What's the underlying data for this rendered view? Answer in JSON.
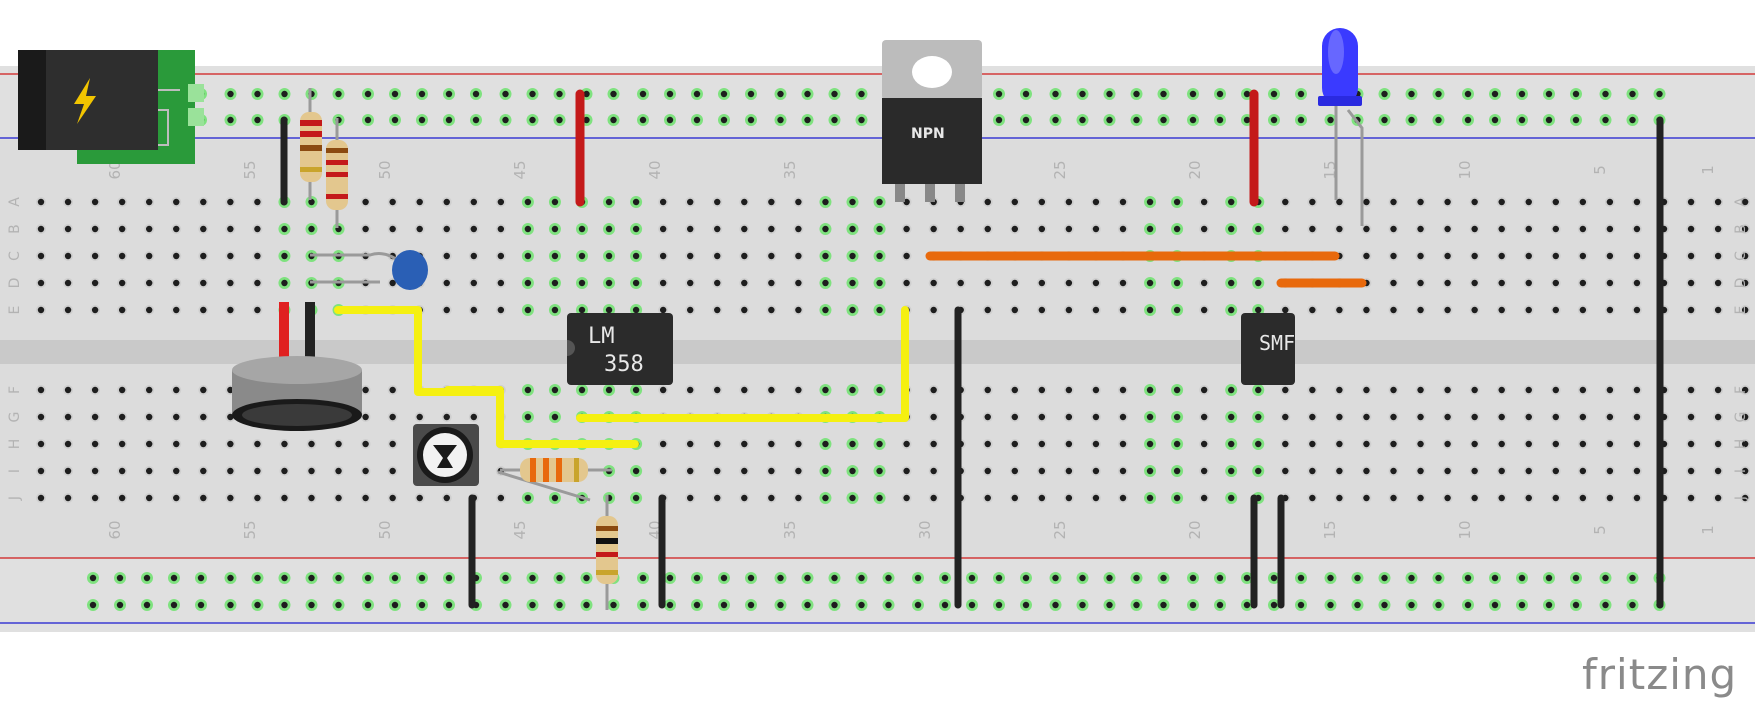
{
  "breadboard": {
    "column_numbers": [
      "60",
      "55",
      "50",
      "45",
      "40",
      "35",
      "30",
      "25",
      "20",
      "15",
      "10",
      "5",
      "1"
    ],
    "top_row_letters": [
      "A",
      "B",
      "C",
      "D",
      "E"
    ],
    "bottom_row_letters": [
      "F",
      "G",
      "H",
      "I",
      "J"
    ]
  },
  "components": {
    "ic_main": {
      "line1": "LM",
      "line2": "358"
    },
    "transistor": {
      "label": "NPN"
    },
    "ic_small": {
      "label": "SMF"
    },
    "led_color": "#3a3aff"
  },
  "colors": {
    "rail_red": "#d23a3a",
    "rail_blue": "#3a3ad2",
    "wire_yellow": "#f5f011",
    "wire_red": "#c41a1a",
    "wire_orange": "#e8690c",
    "wire_black": "#222222",
    "active_hole": "#7fe27f"
  },
  "branding": {
    "logo": "fritzing"
  }
}
